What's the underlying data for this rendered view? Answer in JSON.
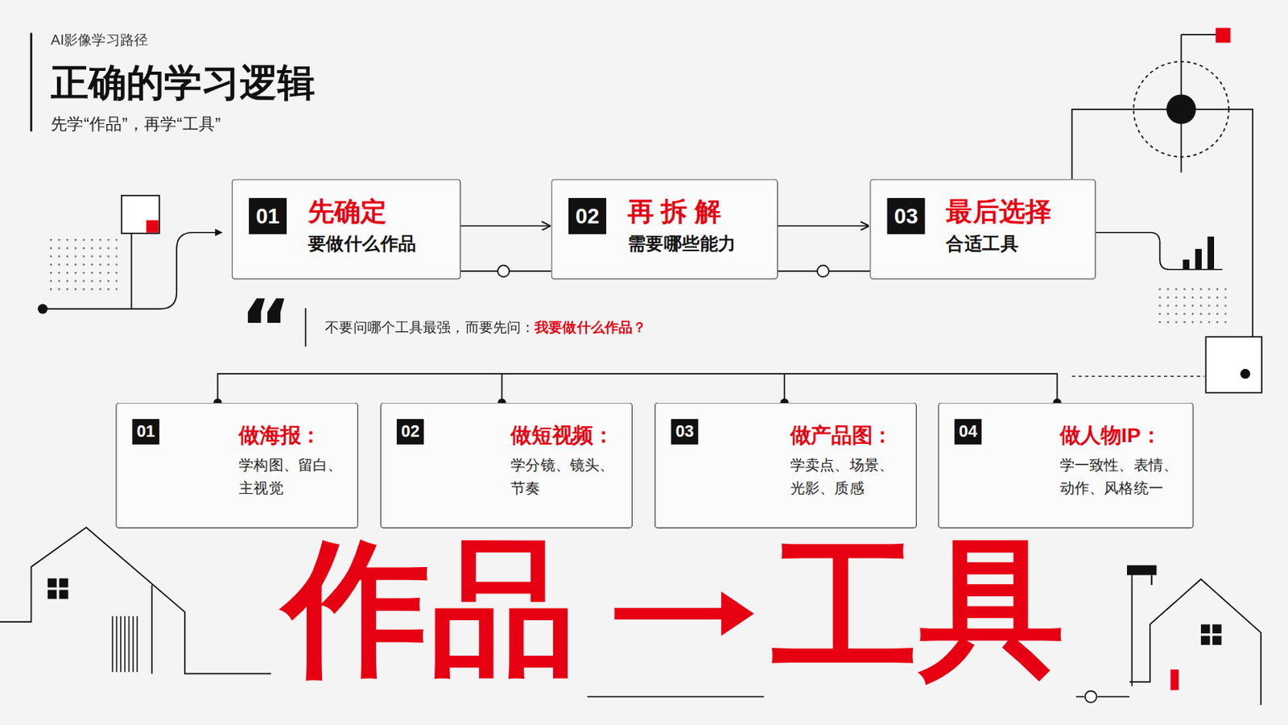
{
  "diagram": {
    "title": "正确的学习逻辑",
    "nodes": [
      {
        "text": [
          "01",
          "先确定",
          "要做什么作品"
        ]
      },
      {
        "text": [
          "02",
          "再 拆 解",
          "需要哪些能力"
        ]
      },
      {
        "text": [
          "03",
          "最后选择",
          "合适工具"
        ]
      },
      {
        "text": [
          "01",
          "做海报：",
          "学构图、留白、主视觉"
        ]
      },
      {
        "text": [
          "02",
          "做短视频：",
          "学分镜、镜头、节奏"
        ]
      },
      {
        "text": [
          "03",
          "做产品图：",
          "学卖点、场景、光影、质感"
        ]
      },
      {
        "text": [
          "04",
          "做人物IP：",
          "学一致性、表情、动作、风格统一"
        ]
      }
    ],
    "edges": [
      {
        "from": 0,
        "to": 1,
        "arrow": "to"
      },
      {
        "from": 1,
        "to": 2,
        "arrow": "to"
      }
    ],
    "labels": [
      "AI影像学习路径",
      "先学“作品”，再学“工具”",
      "“",
      "不要问哪个工具最强，而要先问：",
      "我要做什么作品？",
      "作品",
      "工具"
    ]
  }
}
